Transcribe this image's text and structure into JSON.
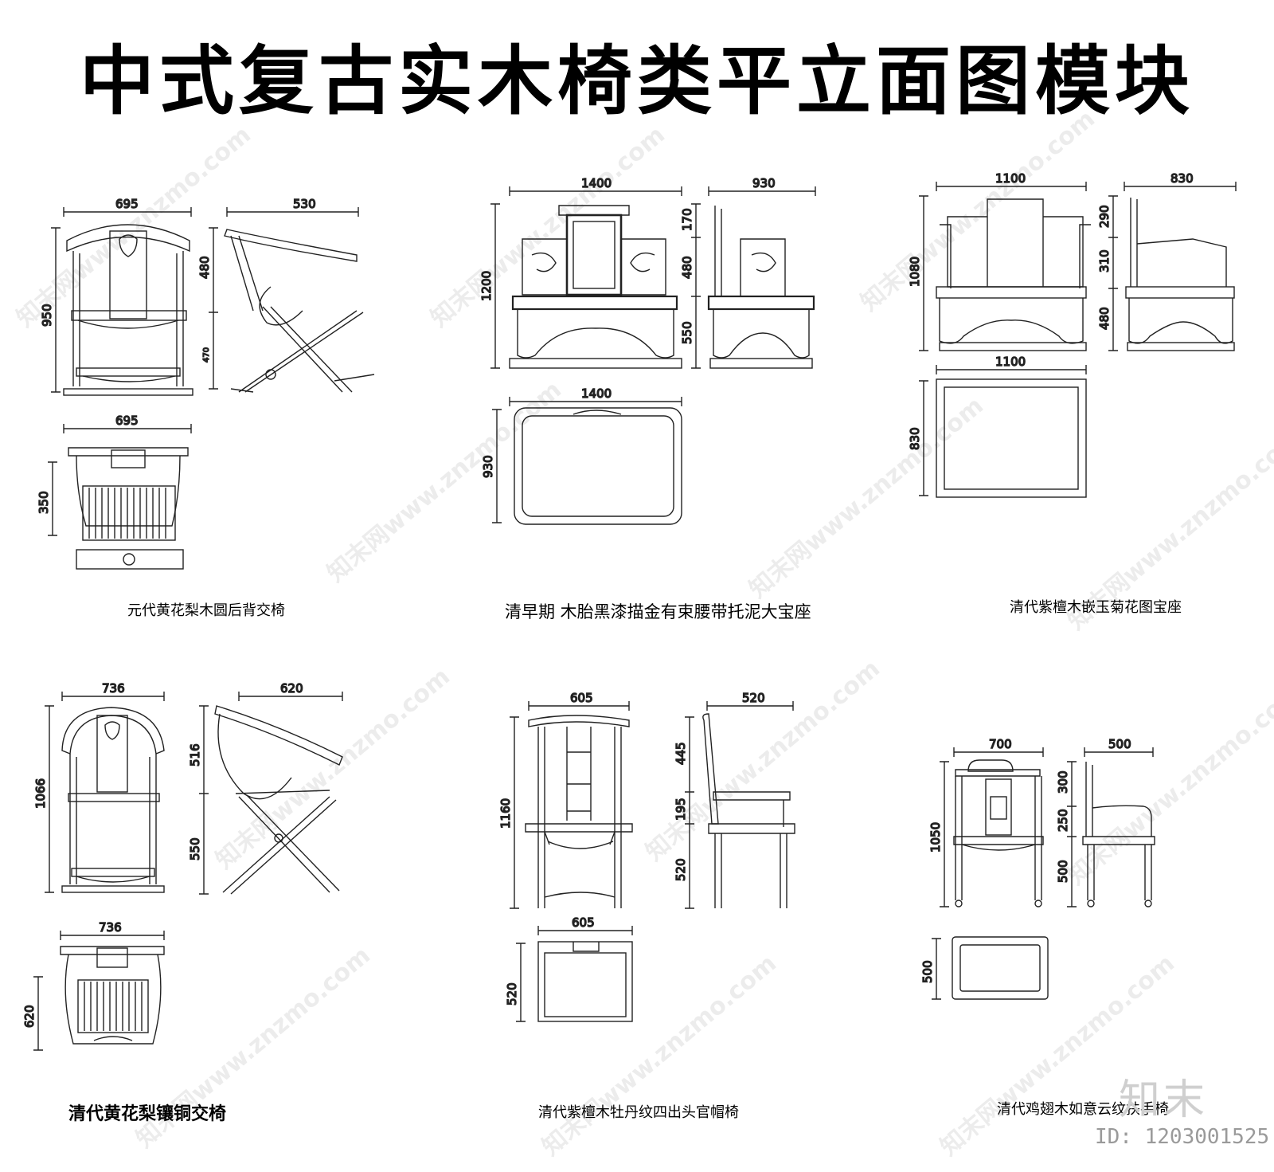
{
  "title": "中式复古实木椅类平立面图模块",
  "captions": {
    "c1": "元代黄花梨木圆后背交椅",
    "c2": "清早期 木胎黑漆描金有束腰带托泥大宝座",
    "c3": "清代紫檀木嵌玉菊花图宝座",
    "c4": "清代黄花梨镶铜交椅",
    "c5": "清代紫檀木牡丹纹四出头官帽椅",
    "c6": "清代鸡翅木如意云纹扶手椅"
  },
  "dims": {
    "d1_w": "695",
    "d1_h": "950",
    "d1_side_w": "530",
    "d1_side_h1": "480",
    "d1_side_h2": "470",
    "d1_plan_w": "695",
    "d1_plan_d": "350",
    "d2_w": "1400",
    "d2_h": "1200",
    "d2_side_w": "930",
    "d2_s1": "170",
    "d2_s2": "480",
    "d2_s3": "550",
    "d2_plan_w": "1400",
    "d2_plan_d": "930",
    "d3_w": "1100",
    "d3_h": "1080",
    "d3_side_w": "830",
    "d3_s1": "290",
    "d3_s2": "310",
    "d3_s3": "480",
    "d3_plan_w": "1100",
    "d3_plan_d": "830",
    "d4_w": "736",
    "d4_h": "1066",
    "d4_side_w": "620",
    "d4_s1": "516",
    "d4_s2": "550",
    "d4_plan_w": "736",
    "d4_plan_d": "620",
    "d5_w": "605",
    "d5_h": "1160",
    "d5_side_w": "520",
    "d5_s1": "445",
    "d5_s2": "195",
    "d5_s3": "520",
    "d5_plan_w": "605",
    "d5_plan_d": "520",
    "d6_w": "700",
    "d6_h": "1050",
    "d6_side_w": "500",
    "d6_s1": "300",
    "d6_s2": "250",
    "d6_s3": "500",
    "d6_plan_d": "500"
  },
  "watermark": "知末网www.znzmo.com",
  "logo": "知末",
  "id_label": "ID: 1203001525"
}
